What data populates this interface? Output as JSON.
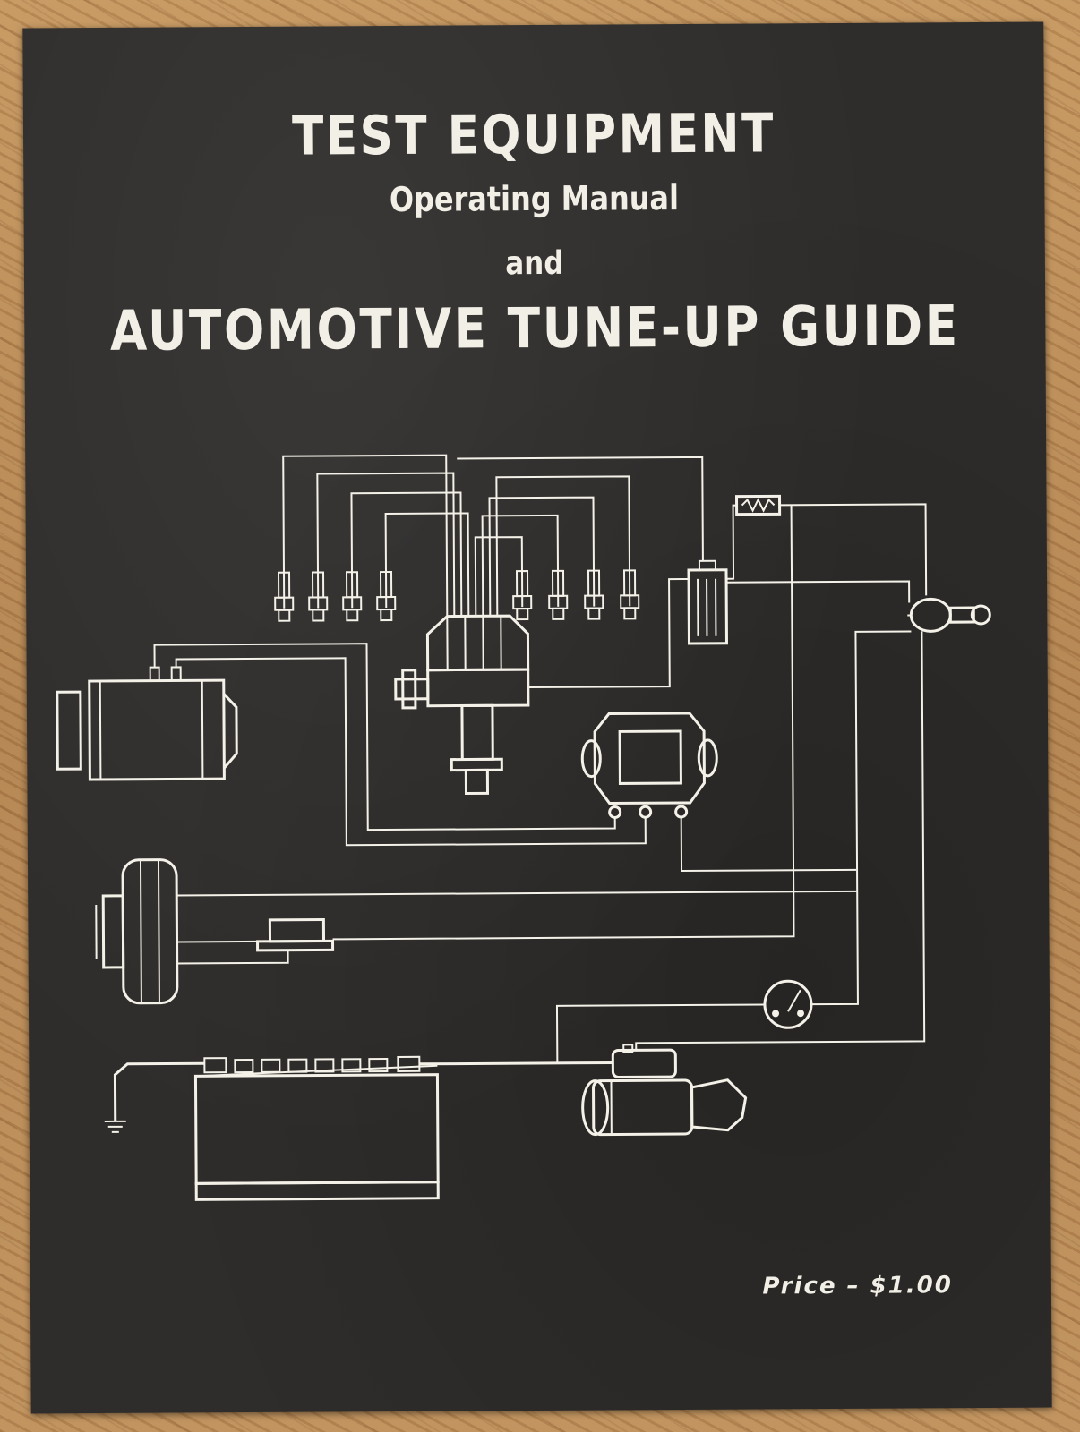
{
  "cover": {
    "title_line_1": "TEST EQUIPMENT",
    "title_line_2": "Operating Manual",
    "title_line_3": "and",
    "title_line_4": "AUTOMOTIVE TUNE-UP GUIDE",
    "price": "Price – $1.00"
  },
  "colors": {
    "cover_background": "#2f2d2b",
    "ink": "#f4f1e8",
    "table_wood": "#b98a55"
  }
}
